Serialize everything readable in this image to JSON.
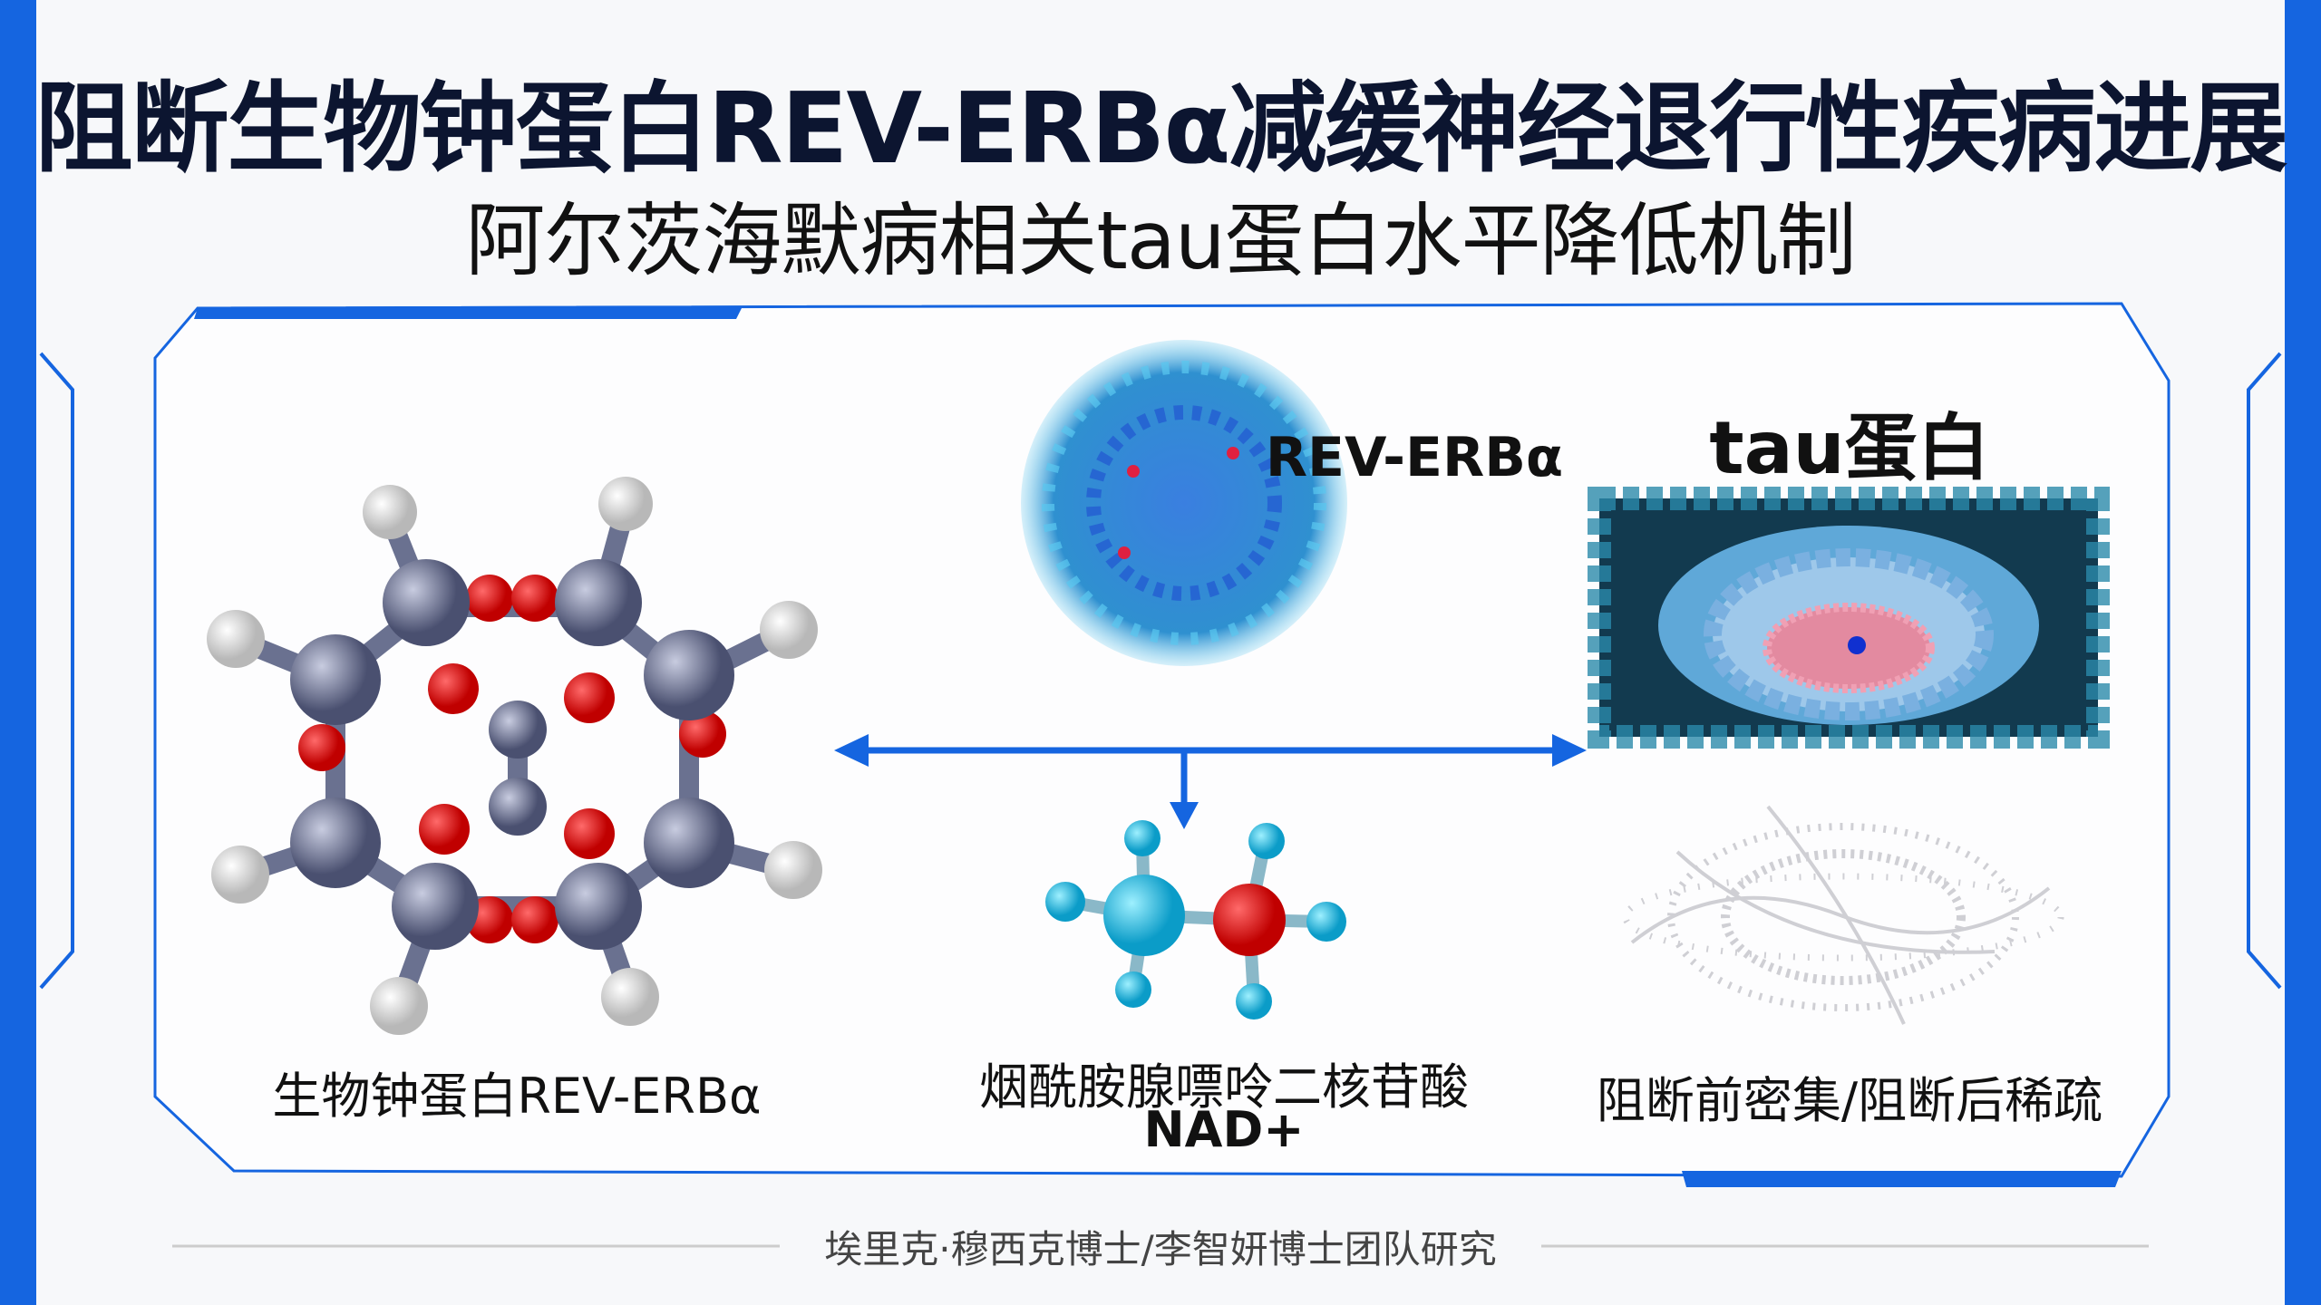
{
  "title": "阻断生物钟蛋白REV-ERBα减缓神经退行性疾病进展",
  "subtitle": "阿尔茨海默病相关tau蛋白水平降低机制",
  "left": {
    "label": "生物钟蛋白REV-ERBα"
  },
  "center": {
    "top_label": "REV-ERBα",
    "bottom_label_1": "烟酰胺腺嘌呤二核苷酸",
    "bottom_label_2": "NAD+"
  },
  "right": {
    "title": "tau蛋白",
    "bottom_label": "阻断前密集/阻断后稀疏"
  },
  "footer": "埃里克·穆西克博士/李智妍博士团队研究",
  "colors": {
    "accent": "#1565e0",
    "title": "#0c1530",
    "atom_grey": "#6a7190",
    "atom_red": "#e01010",
    "atom_cyan": "#1cb8e0"
  }
}
